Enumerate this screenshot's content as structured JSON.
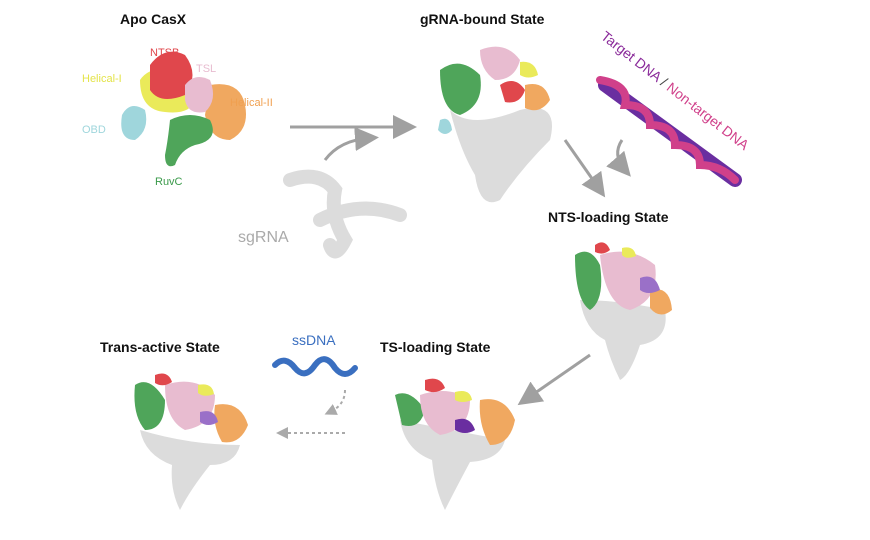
{
  "states": {
    "apo": "Apo CasX",
    "grna_bound": "gRNA-bound State",
    "nts_loading": "NTS-loading State",
    "ts_loading": "TS-loading State",
    "trans_active": "Trans-active State"
  },
  "domains": {
    "ntsb": "NTSB",
    "tsl": "TSL",
    "helical1": "Helical-I",
    "helical2": "Helical-II",
    "obd": "OBD",
    "ruvc": "RuvC"
  },
  "molecules": {
    "sgrna": "sgRNA",
    "target_dna": "Target DNA",
    "slash": " / ",
    "nontarget_dna": "Non-target DNA",
    "ssdna": "ssDNA"
  },
  "colors": {
    "ntsb": "#e0474c",
    "tsl": "#e8bcd0",
    "helical1": "#eaea5a",
    "helical2": "#f0a860",
    "obd": "#9fd6dc",
    "ruvc": "#4fa55a",
    "rna": "#dcdcdc",
    "target": "#6a2ea0",
    "nontarget": "#d0408a",
    "ssdna": "#3a6fc0",
    "arrow": "#a0a0a0"
  }
}
